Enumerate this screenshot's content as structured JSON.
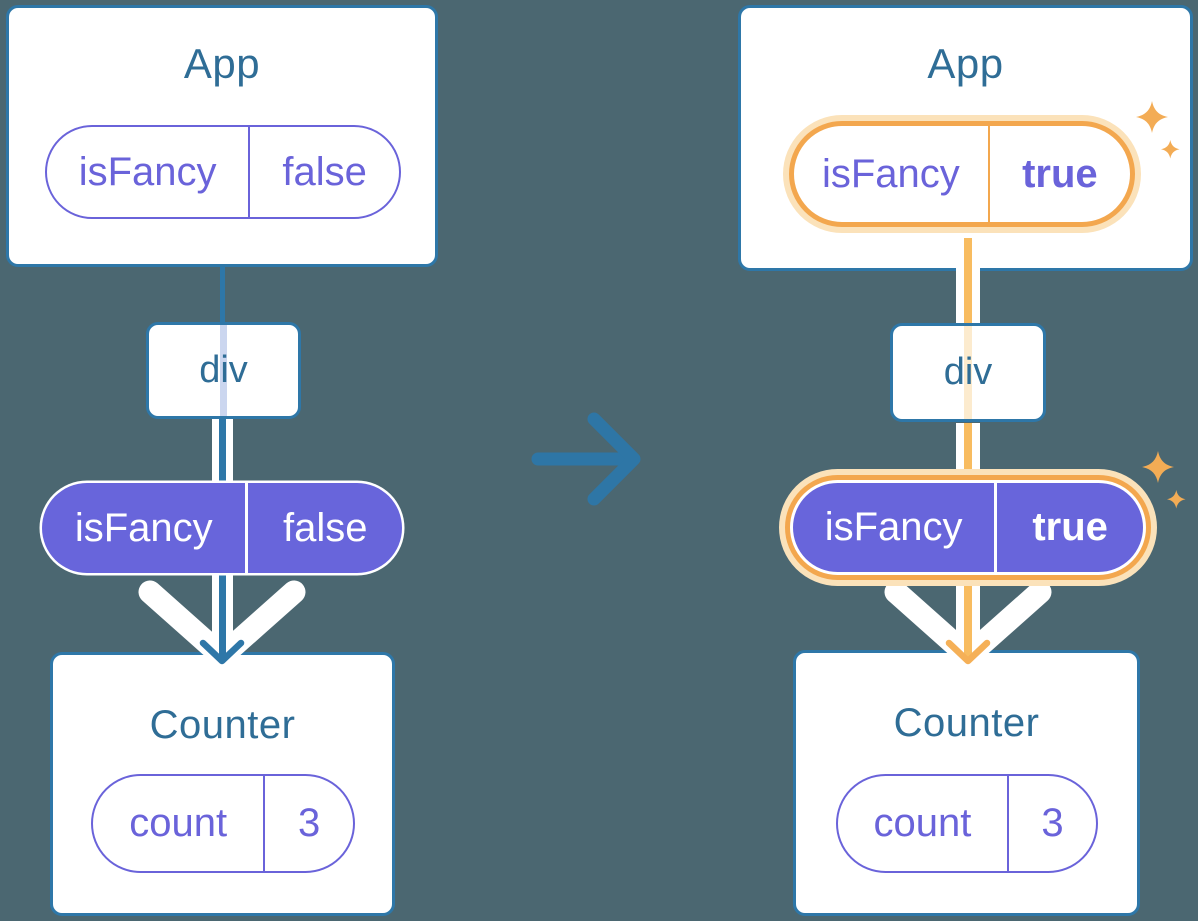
{
  "left_tree": {
    "app": {
      "title": "App",
      "prop": {
        "label": "isFancy",
        "value": "false"
      }
    },
    "div_node": {
      "label": "div"
    },
    "passed_prop": {
      "label": "isFancy",
      "value": "false"
    },
    "counter": {
      "title": "Counter",
      "state": {
        "label": "count",
        "value": "3"
      }
    }
  },
  "right_tree": {
    "app": {
      "title": "App",
      "prop": {
        "label": "isFancy",
        "value": "true"
      }
    },
    "div_node": {
      "label": "div"
    },
    "passed_prop": {
      "label": "isFancy",
      "value": "true"
    },
    "counter": {
      "title": "Counter",
      "state": {
        "label": "count",
        "value": "3"
      }
    }
  },
  "colors": {
    "background": "#4B6771",
    "card_border_teal": "#2E77A8",
    "title_text_teal": "#2F6D96",
    "purple": "#6A63DA",
    "purple_fill": "#6865DB",
    "highlight_orange": "#F3A74E",
    "highlight_halo": "#FBE2BA",
    "orange_line": "#F8BC60",
    "lavender_line": "#CBD6EF",
    "cream_line": "#FCEBCE",
    "sparkle_orange": "#F3AC55",
    "white": "#FFFFFF"
  }
}
